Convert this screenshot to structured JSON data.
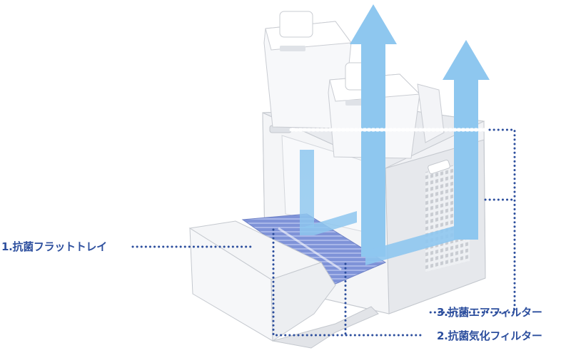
{
  "labels": {
    "tray": "1.抗菌フラットトレイ",
    "evaporative_filter": "2.抗菌気化フィルター",
    "air_filter": "3.抗菌エアフィルター"
  },
  "colors": {
    "label_text": "#2d4f9e",
    "dotted_line": "#2d4f9e",
    "airflow_arrow": "#8ec7ef",
    "body_panel": "#eef0f3",
    "body_outline": "#c4c8ce",
    "filter_blue": "#7f93d8",
    "tank_white": "#f7f8fa"
  },
  "icons": {
    "airflow": "up-arrow-icon"
  }
}
